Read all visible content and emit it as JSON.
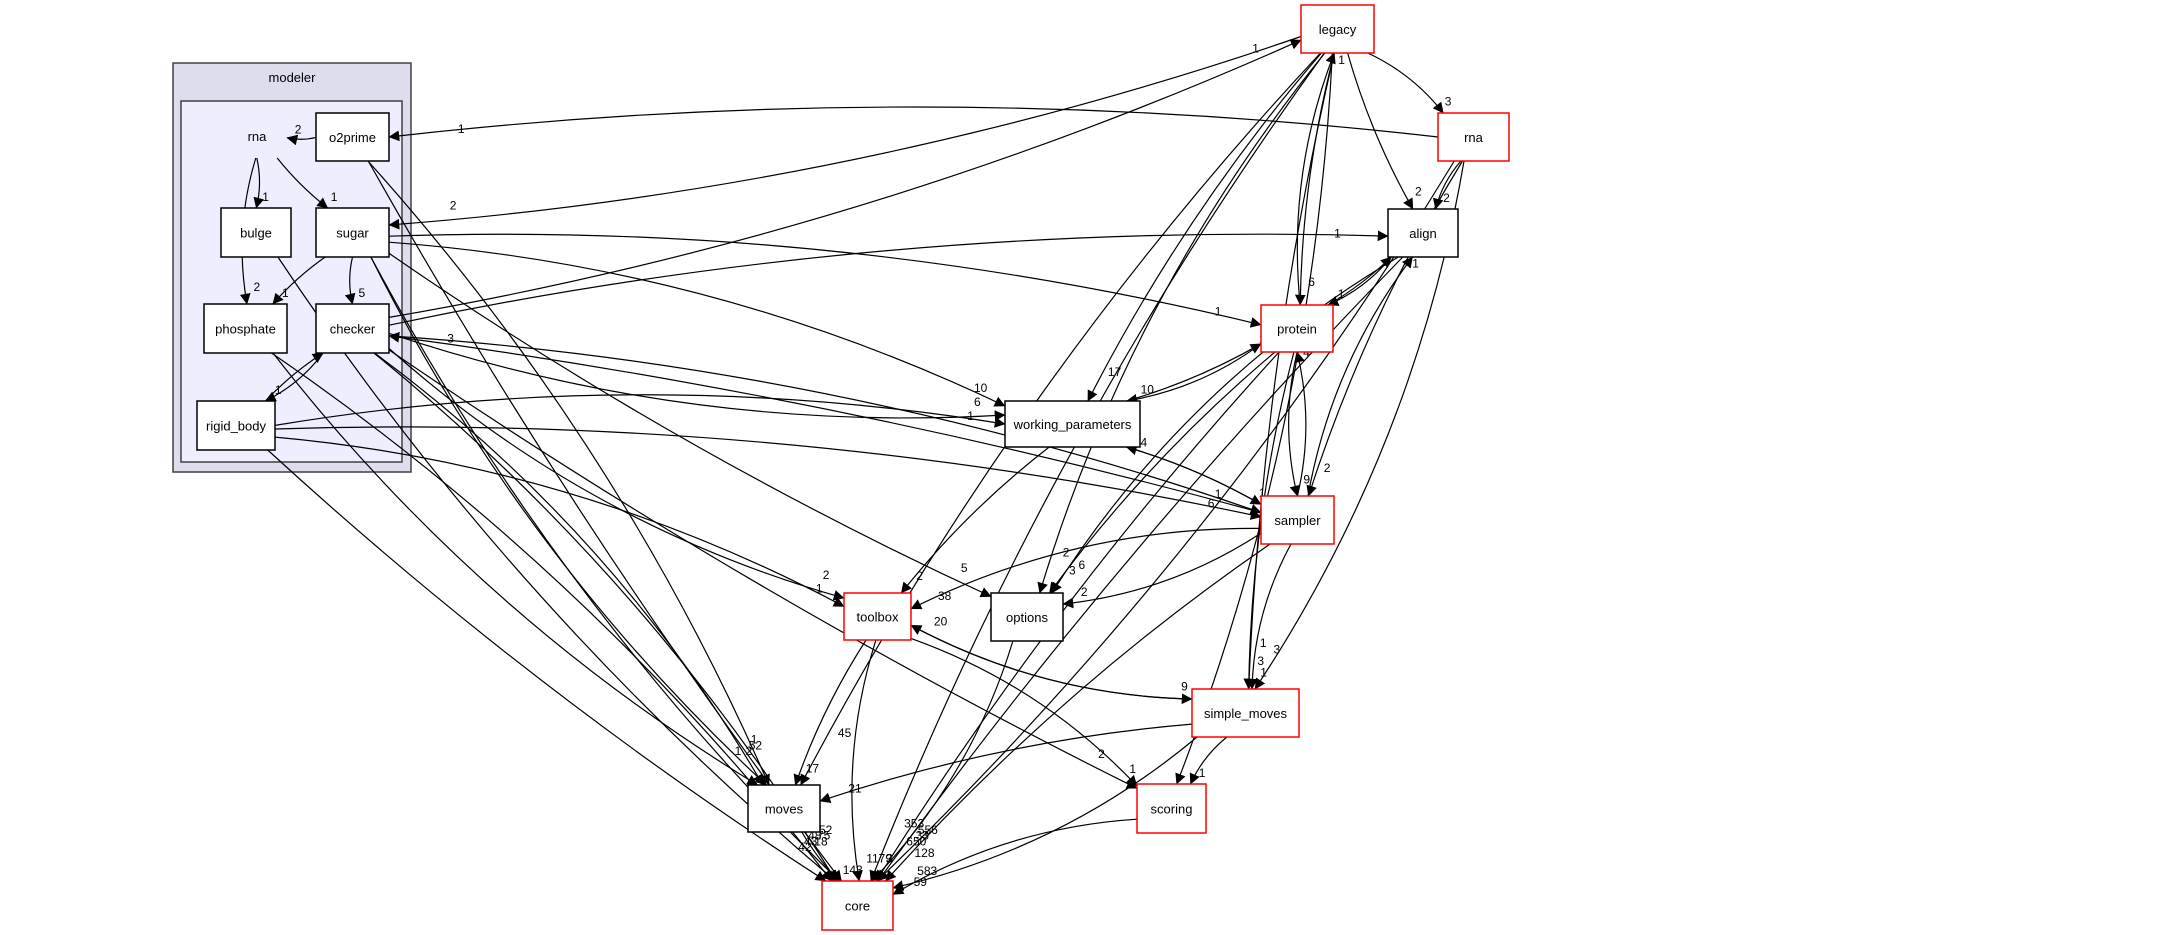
{
  "title": "Directory dependency graph",
  "colors": {
    "outer_cluster_fill": "#ddddee",
    "outer_cluster_stroke": "#404040",
    "inner_cluster_fill": "#eeeeff",
    "inner_cluster_stroke": "#404040",
    "node_fill": "#ffffff",
    "external_border": "#ff0000",
    "internal_border": "#000000",
    "edge": "#000000"
  },
  "clusters": {
    "outer": {
      "id": "modeler",
      "label": "modeler"
    },
    "inner": {
      "id": "rna-dir",
      "label": "rna"
    }
  },
  "nodes": [
    {
      "id": "o2prime",
      "label": "o2prime",
      "kind": "internal"
    },
    {
      "id": "bulge",
      "label": "bulge",
      "kind": "internal"
    },
    {
      "id": "sugar",
      "label": "sugar",
      "kind": "internal"
    },
    {
      "id": "phosphate",
      "label": "phosphate",
      "kind": "internal"
    },
    {
      "id": "checker",
      "label": "checker",
      "kind": "internal"
    },
    {
      "id": "rigid_body",
      "label": "rigid_body",
      "kind": "internal"
    },
    {
      "id": "legacy",
      "label": "legacy",
      "kind": "external"
    },
    {
      "id": "rna_ext",
      "label": "rna",
      "kind": "external"
    },
    {
      "id": "align",
      "label": "align",
      "kind": "plain"
    },
    {
      "id": "protein",
      "label": "protein",
      "kind": "external"
    },
    {
      "id": "working_parameters",
      "label": "working_parameters",
      "kind": "plain"
    },
    {
      "id": "sampler",
      "label": "sampler",
      "kind": "external"
    },
    {
      "id": "toolbox",
      "label": "toolbox",
      "kind": "external"
    },
    {
      "id": "options",
      "label": "options",
      "kind": "plain"
    },
    {
      "id": "simple_moves",
      "label": "simple_moves",
      "kind": "external"
    },
    {
      "id": "moves",
      "label": "moves",
      "kind": "plain"
    },
    {
      "id": "scoring",
      "label": "scoring",
      "kind": "external"
    },
    {
      "id": "core",
      "label": "core",
      "kind": "external"
    }
  ],
  "edges": [
    {
      "from": "rna-dir",
      "to": "bulge",
      "label": "1"
    },
    {
      "from": "rna-dir",
      "to": "sugar",
      "label": "1"
    },
    {
      "from": "rna-dir",
      "to": "phosphate",
      "label": "2"
    },
    {
      "from": "legacy",
      "to": "sugar",
      "label": "2"
    },
    {
      "from": "sugar",
      "to": "phosphate",
      "label": "1"
    },
    {
      "from": "sugar",
      "to": "checker",
      "label": "5"
    },
    {
      "from": "checker",
      "to": "rigid_body",
      "label": "1"
    },
    {
      "from": "rigid_body",
      "to": "checker",
      "label": "1"
    },
    {
      "from": "rna_ext",
      "to": "o2prime",
      "label": "1"
    },
    {
      "from": "o2prime",
      "to": "rna-dir",
      "label": "2"
    },
    {
      "from": "sampler",
      "to": "checker",
      "label": "3"
    },
    {
      "from": "checker",
      "to": "legacy",
      "label": "1"
    },
    {
      "from": "legacy",
      "to": "rna_ext",
      "label": "3"
    },
    {
      "from": "legacy",
      "to": "align",
      "label": "2"
    },
    {
      "from": "rna_ext",
      "to": "align",
      "label": "2"
    },
    {
      "from": "checker",
      "to": "align",
      "label": "1"
    },
    {
      "from": "protein",
      "to": "align",
      "label": "1"
    },
    {
      "from": "align",
      "to": "protein",
      "label": "1"
    },
    {
      "from": "sampler",
      "to": "align",
      "label": "1"
    },
    {
      "from": "legacy",
      "to": "protein",
      "label": "6"
    },
    {
      "from": "protein",
      "to": "legacy",
      "label": "1"
    },
    {
      "from": "sugar",
      "to": "protein",
      "label": "1"
    },
    {
      "from": "working_parameters",
      "to": "protein",
      "label": "1"
    },
    {
      "from": "protein",
      "to": "working_parameters",
      "label": "10"
    },
    {
      "from": "sugar",
      "to": "working_parameters",
      "label": "10"
    },
    {
      "from": "legacy",
      "to": "working_parameters",
      "label": "17"
    },
    {
      "from": "checker",
      "to": "working_parameters",
      "label": "6"
    },
    {
      "from": "rigid_body",
      "to": "working_parameters",
      "label": "1"
    },
    {
      "from": "sampler",
      "to": "working_parameters",
      "label": "4"
    },
    {
      "from": "protein",
      "to": "sampler",
      "label": "9"
    },
    {
      "from": "sampler",
      "to": "protein",
      "label": "4"
    },
    {
      "from": "rna_ext",
      "to": "sampler",
      "label": "2"
    },
    {
      "from": "checker",
      "to": "sampler",
      "label": "1"
    },
    {
      "from": "rigid_body",
      "to": "sampler",
      "label": "6"
    },
    {
      "from": "working_parameters",
      "to": "sampler",
      "label": "1"
    },
    {
      "from": "checker",
      "to": "toolbox",
      "label": "2"
    },
    {
      "from": "rigid_body",
      "to": "toolbox",
      "label": "1"
    },
    {
      "from": "working_parameters",
      "to": "toolbox",
      "label": "2"
    },
    {
      "from": "sampler",
      "to": "toolbox",
      "label": "38"
    },
    {
      "from": "simple_moves",
      "to": "toolbox",
      "label": "20"
    },
    {
      "from": "sugar",
      "to": "options",
      "label": "5"
    },
    {
      "from": "legacy",
      "to": "options",
      "label": "2"
    },
    {
      "from": "sampler",
      "to": "options",
      "label": "2"
    },
    {
      "from": "protein",
      "to": "options",
      "label": "3"
    },
    {
      "from": "align",
      "to": "options",
      "label": "6"
    },
    {
      "from": "toolbox",
      "to": "simple_moves",
      "label": "9"
    },
    {
      "from": "protein",
      "to": "simple_moves",
      "label": "3"
    },
    {
      "from": "sampler",
      "to": "simple_moves",
      "label": "1"
    },
    {
      "from": "rna_ext",
      "to": "simple_moves",
      "label": "3"
    },
    {
      "from": "legacy",
      "to": "simple_moves",
      "label": "1"
    },
    {
      "from": "sugar",
      "to": "moves",
      "label": "52"
    },
    {
      "from": "o2prime",
      "to": "moves",
      "label": "1"
    },
    {
      "from": "toolbox",
      "to": "moves",
      "label": "17"
    },
    {
      "from": "phosphate",
      "to": "moves",
      "label": "1"
    },
    {
      "from": "checker",
      "to": "moves",
      "label": "2"
    },
    {
      "from": "simple_moves",
      "to": "moves",
      "label": "21"
    },
    {
      "from": "legacy",
      "to": "moves",
      "label": "45"
    },
    {
      "from": "toolbox",
      "to": "scoring",
      "label": "1"
    },
    {
      "from": "checker",
      "to": "scoring",
      "label": "2"
    },
    {
      "from": "simple_moves",
      "to": "scoring",
      "label": "1"
    },
    {
      "from": "legacy",
      "to": "scoring",
      "label": "3"
    },
    {
      "from": "moves",
      "to": "core",
      "label": "143"
    },
    {
      "from": "toolbox",
      "to": "core",
      "label": "1179"
    },
    {
      "from": "options",
      "to": "core",
      "label": "3"
    },
    {
      "from": "sampler",
      "to": "core",
      "label": "128"
    },
    {
      "from": "sugar",
      "to": "core",
      "label": "75"
    },
    {
      "from": "checker",
      "to": "core",
      "label": "18"
    },
    {
      "from": "rigid_body",
      "to": "core",
      "label": "42"
    },
    {
      "from": "bulge",
      "to": "core",
      "label": "48"
    },
    {
      "from": "phosphate",
      "to": "core",
      "label": "43"
    },
    {
      "from": "o2prime",
      "to": "core",
      "label": "52"
    },
    {
      "from": "scoring",
      "to": "core",
      "label": "59"
    },
    {
      "from": "simple_moves",
      "to": "core",
      "label": "583"
    },
    {
      "from": "protein",
      "to": "core",
      "label": "650"
    },
    {
      "from": "legacy",
      "to": "core",
      "label": "353"
    },
    {
      "from": "rna_ext",
      "to": "core",
      "label": "556"
    },
    {
      "from": "align",
      "to": "core",
      "label": "33"
    }
  ]
}
